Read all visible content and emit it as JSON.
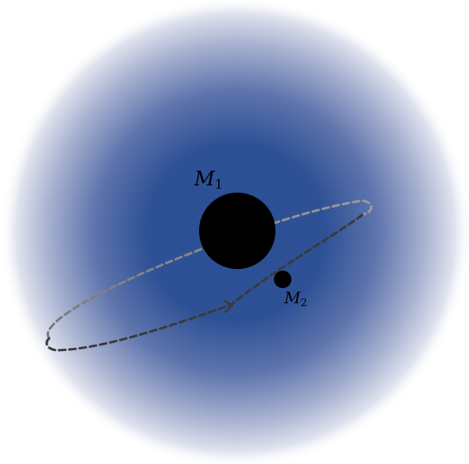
{
  "colors": {
    "halo_center": "#2b4f94",
    "halo_edge": "#ffffff",
    "mass_fill": "#000000",
    "orbit_front": "#3a3a3a",
    "orbit_back": "#8a8a8a"
  },
  "bodies": [
    {
      "id": "m1",
      "symbol": "M",
      "subscript": "1"
    },
    {
      "id": "m2",
      "symbol": "M",
      "subscript": "2"
    }
  ],
  "orbit": {
    "style": "dashed",
    "direction": "counter-clockwise-front-to-right",
    "arrow_icon": "chevron-right-icon"
  }
}
